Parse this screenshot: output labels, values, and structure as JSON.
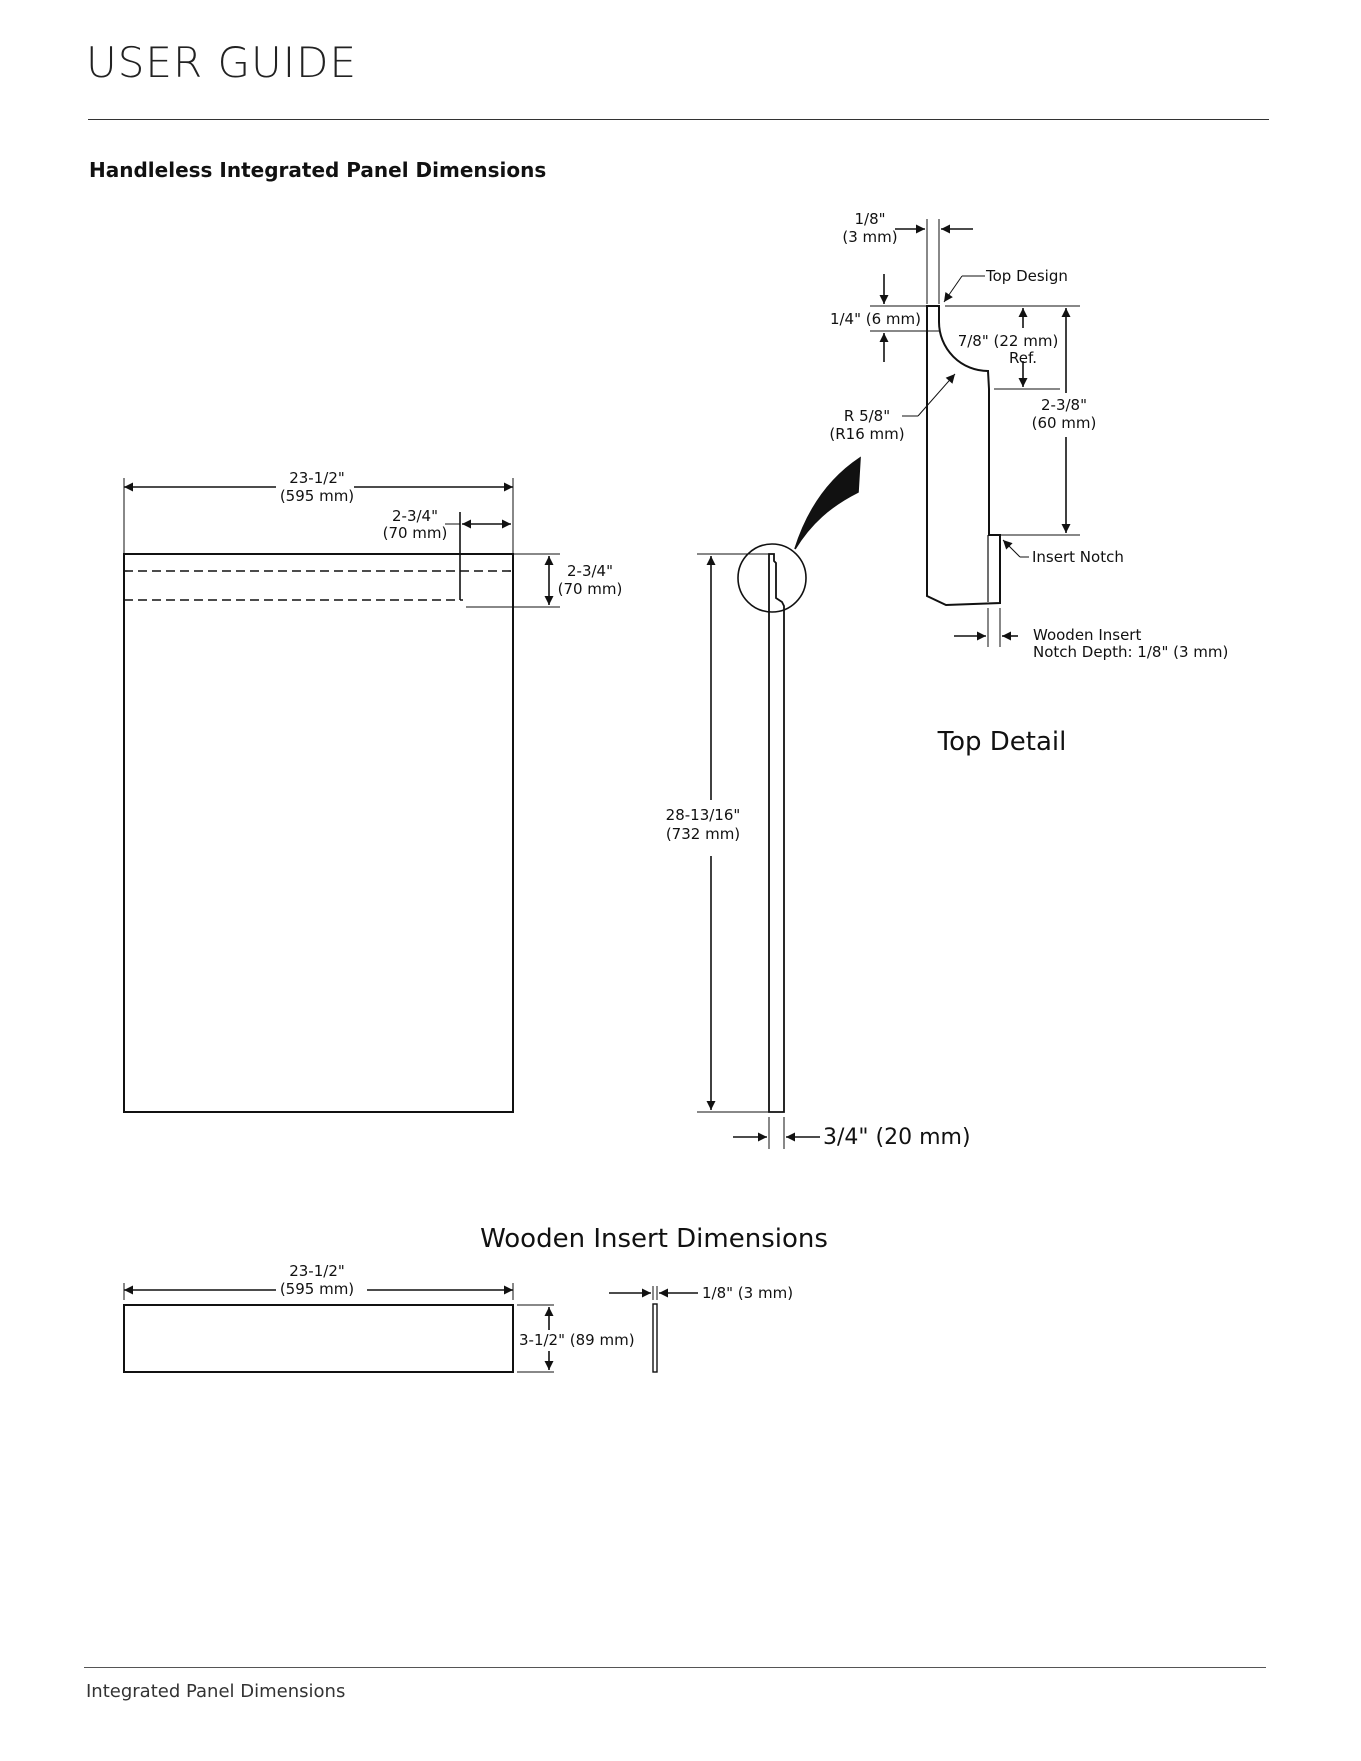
{
  "header": {
    "title": "USER GUIDE"
  },
  "section": {
    "title": "Handleless Integrated Panel Dimensions"
  },
  "front_view": {
    "width_in": "23-1/2\"",
    "width_mm": "(595 mm)",
    "notch_width_in": "2-3/4\"",
    "notch_width_mm": "(70 mm)",
    "notch_height_in": "2-3/4\"",
    "notch_height_mm": "(70 mm)"
  },
  "side_view": {
    "height_in": "28-13/16\"",
    "height_mm": "(732 mm)",
    "thickness": "3/4\" (20 mm)"
  },
  "top_detail": {
    "title": "Top Detail",
    "lip_in": "1/8\"",
    "lip_mm": "(3 mm)",
    "top_design": "Top Design",
    "top_depth": "1/4\" (6 mm)",
    "curve_ref": "7/8\" (22 mm)",
    "ref_label": "Ref.",
    "radius_in": "R 5/8\"",
    "radius_mm": "(R16 mm)",
    "notch_pos_in": "2-3/8\"",
    "notch_pos_mm": "(60 mm)",
    "insert_notch": "Insert Notch",
    "wooden_insert": "Wooden Insert",
    "notch_depth": "Notch Depth: 1/8\" (3 mm)"
  },
  "wooden_insert": {
    "title": "Wooden Insert Dimensions",
    "width_in": "23-1/2\"",
    "width_mm": "(595 mm)",
    "height": "3-1/2\" (89 mm)",
    "thickness": "1/8\" (3 mm)"
  },
  "footer": {
    "text": "Integrated Panel Dimensions"
  }
}
